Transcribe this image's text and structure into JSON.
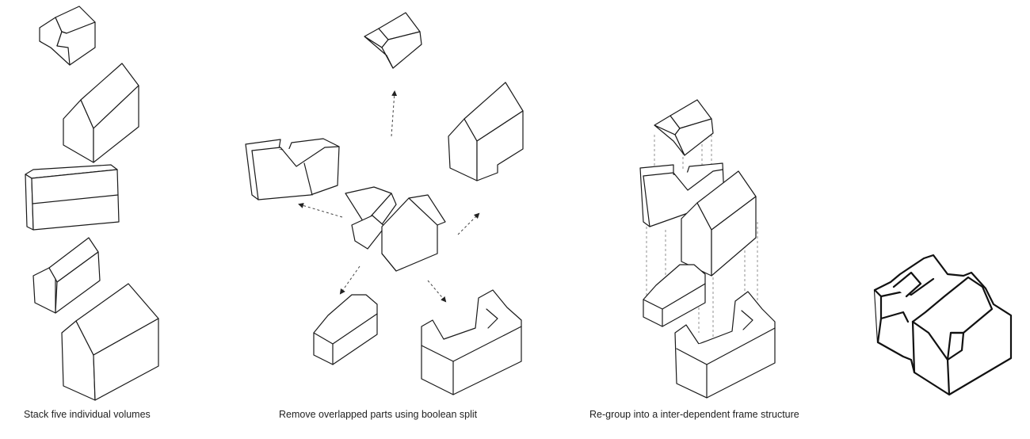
{
  "captions": {
    "step1": "Stack five individual volumes",
    "step2": "Remove overlapped parts using boolean split",
    "step3": "Re-group into a inter-dependent frame structure"
  },
  "colors": {
    "line": "#1a1a1a",
    "background": "#ffffff"
  }
}
